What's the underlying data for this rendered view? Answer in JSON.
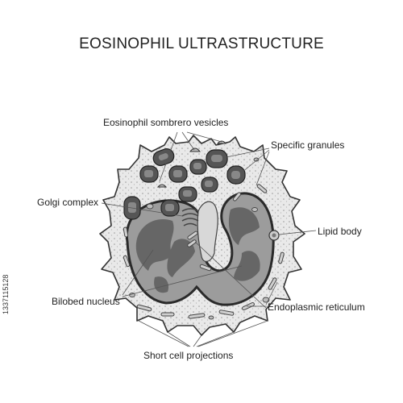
{
  "title": "EOSINOPHIL ULTRASTRUCTURE",
  "labels": {
    "sombrero": "Eosinophil sombrero vesicles",
    "specific_granules": "Specific granules",
    "golgi": "Golgi complex",
    "lipid_body": "Lipid body",
    "bilobed_nucleus": "Bilobed nucleus",
    "er": "Endoplasmic reticulum",
    "projections": "Short cell projections"
  },
  "stock_id": "1337115128",
  "colors": {
    "membrane": "#333333",
    "cytoplasm": "#e8e8e8",
    "granule": "#555555",
    "granule_core": "#888888",
    "nucleus_dark": "#666666",
    "nucleus_light": "#9a9a9a",
    "envelope": "#2a2a2a"
  }
}
